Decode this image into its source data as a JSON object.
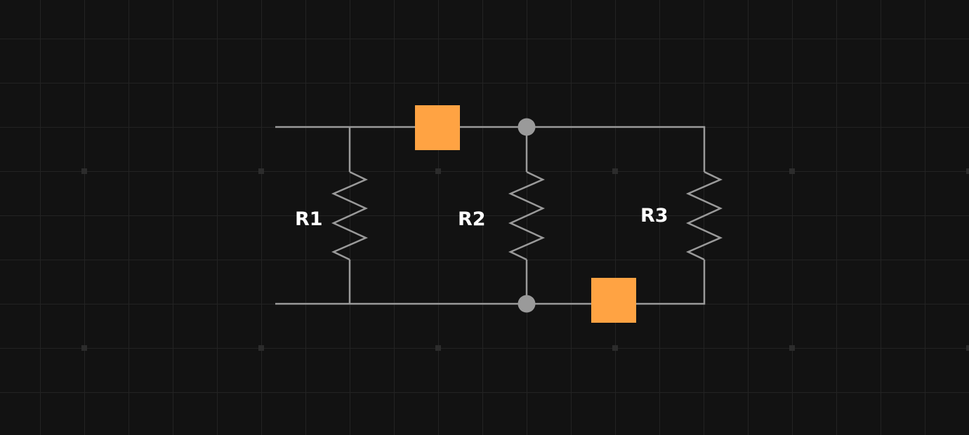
{
  "colors": {
    "background": "#121212",
    "grid_line": "#232323",
    "grid_marker": "#2c2c2c",
    "wire": "#9a9a9a",
    "handle": "#ffa343",
    "label": "#ffffff"
  },
  "resistors": [
    {
      "label": "R1"
    },
    {
      "label": "R2"
    },
    {
      "label": "R3"
    }
  ]
}
